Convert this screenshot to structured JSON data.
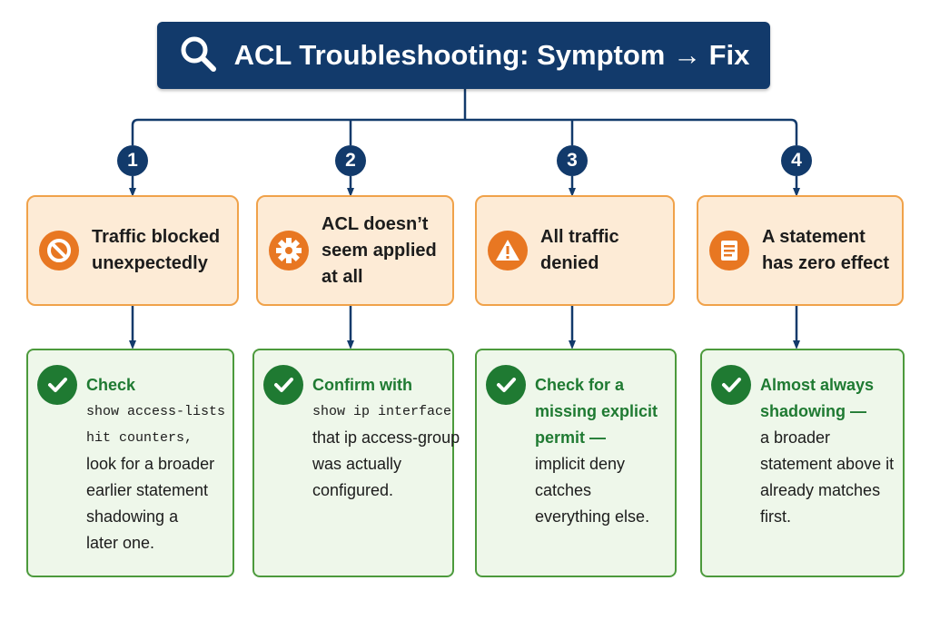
{
  "title": {
    "text": "ACL Troubleshooting: Symptom → Fix",
    "icon": "search-icon"
  },
  "colors": {
    "navy": "#123a6b",
    "orange": "#e87722",
    "symptom_fill": "#fdebd6",
    "fix_green": "#1f7a32",
    "fix_fill": "#eef7ea"
  },
  "columns": [
    {
      "number": "1",
      "symptom": {
        "icon": "blocked-icon",
        "label": "Traffic blocked\nunexpectedly"
      },
      "fix": {
        "lines": [
          {
            "text": "Check",
            "style": "hd"
          },
          {
            "text": "show access-lists",
            "style": "mono"
          },
          {
            "text": "hit counters,",
            "style": "mono"
          },
          {
            "text": "look for a broader",
            "style": ""
          },
          {
            "text": "earlier statement",
            "style": ""
          },
          {
            "text": "shadowing a",
            "style": ""
          },
          {
            "text": "later one.",
            "style": ""
          }
        ]
      }
    },
    {
      "number": "2",
      "symptom": {
        "icon": "gear-icon",
        "label": "ACL doesn’t\nseem applied\nat all"
      },
      "fix": {
        "lines": [
          {
            "text": "Confirm with",
            "style": "hd"
          },
          {
            "text": "show ip interface",
            "style": "mono"
          },
          {
            "text": "that ip access-group",
            "style": ""
          },
          {
            "text": "was actually",
            "style": ""
          },
          {
            "text": "configured.",
            "style": ""
          }
        ]
      }
    },
    {
      "number": "3",
      "symptom": {
        "icon": "warning-icon",
        "label": "All traffic\ndenied"
      },
      "fix": {
        "lines": [
          {
            "text": "Check for a",
            "style": "hd"
          },
          {
            "text": "missing explicit",
            "style": "hd"
          },
          {
            "text": "permit —",
            "style": "hd"
          },
          {
            "text": "implicit deny",
            "style": ""
          },
          {
            "text": "catches",
            "style": ""
          },
          {
            "text": "everything else.",
            "style": ""
          }
        ]
      }
    },
    {
      "number": "4",
      "symptom": {
        "icon": "document-icon",
        "label": "A statement\nhas zero effect"
      },
      "fix": {
        "lines": [
          {
            "text": "Almost always",
            "style": "hd"
          },
          {
            "text": "shadowing —",
            "style": "hd"
          },
          {
            "text": "a broader",
            "style": ""
          },
          {
            "text": "statement above it",
            "style": ""
          },
          {
            "text": "already matches",
            "style": ""
          },
          {
            "text": "first.",
            "style": ""
          }
        ]
      }
    }
  ]
}
